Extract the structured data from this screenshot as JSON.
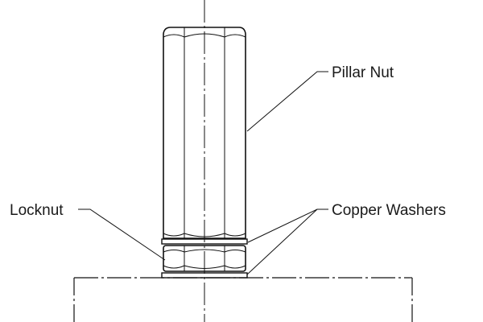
{
  "labels": {
    "pillar_nut": "Pillar Nut",
    "locknut": "Locknut",
    "copper_washers": "Copper Washers"
  },
  "colors": {
    "ink": "#111111",
    "background": "#ffffff"
  }
}
